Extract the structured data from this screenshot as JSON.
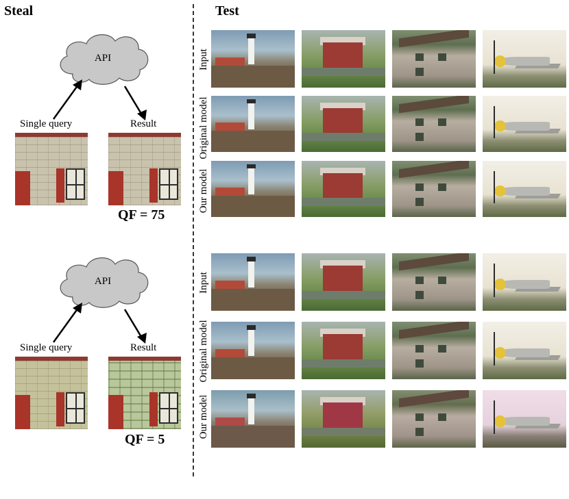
{
  "headings": {
    "steal": "Steal",
    "test": "Test"
  },
  "top_panel": {
    "cloud_label": "API",
    "query_label": "Single query",
    "result_label": "Result",
    "qf_label": "QF = 75"
  },
  "bottom_panel": {
    "cloud_label": "API",
    "query_label": "Single query",
    "result_label": "Result",
    "qf_label": "QF = 5"
  },
  "row_labels": {
    "r1": "Input",
    "r2": "Original model",
    "r3": "Our model",
    "r4": "Input",
    "r5": "Original model",
    "r6": "Our model"
  },
  "colors": {
    "cloud_fill": "#c8c8c8",
    "shutter": "#a8342a"
  }
}
